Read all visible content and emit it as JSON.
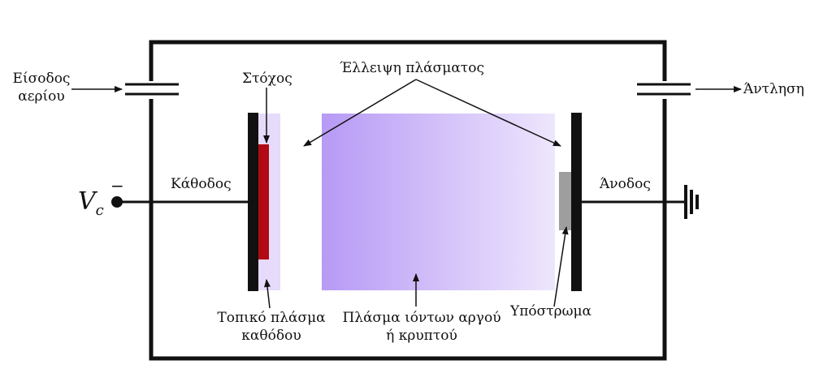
{
  "labels": {
    "gas_inlet_line1": "Είσοδος",
    "gas_inlet_line2": "αερίου",
    "target": "Στόχος",
    "plasma_ellipse": "Έλλειψη πλάσματος",
    "pumping": "Άντληση",
    "cathode": "Κάθοδος",
    "anode": "Άνοδος",
    "voltage_symbol": "V",
    "voltage_subscript": "c",
    "voltage_sign": "−",
    "local_plasma_line1": "Τοπικό πλάσμα",
    "local_plasma_line2": "καθόδου",
    "ion_plasma_line1": "Πλάσμα ιόντων αργού",
    "ion_plasma_line2": "ή κρυπτού",
    "substrate": "Υπόστρωμα"
  },
  "colors": {
    "chamber_wall": "#111111",
    "target": "#b10a14",
    "substrate": "#9e9e9e",
    "plasma_dark": "#b79af5",
    "plasma_light": "#eee6fd",
    "local_plasma": "#e6dbfb"
  }
}
